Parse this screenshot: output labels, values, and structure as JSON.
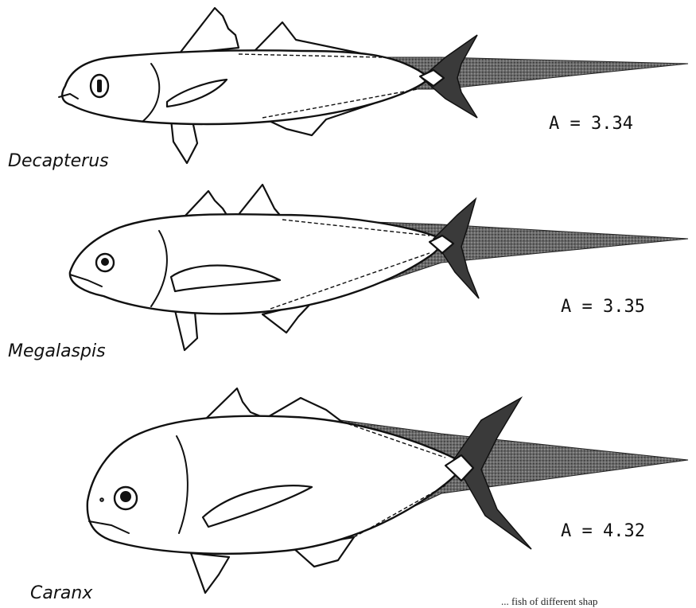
{
  "figure": {
    "fishes": [
      {
        "genus": "Decapterus",
        "aspect_label": "A = 3.34"
      },
      {
        "genus": "Megalaspis",
        "aspect_label": "A = 3.35"
      },
      {
        "genus": "Caranx",
        "aspect_label": "A = 4.32"
      }
    ],
    "caption_fragment": "... fish of different shap"
  },
  "colors": {
    "ink": "#111111",
    "shading": "#555555",
    "paper": "#ffffff"
  }
}
